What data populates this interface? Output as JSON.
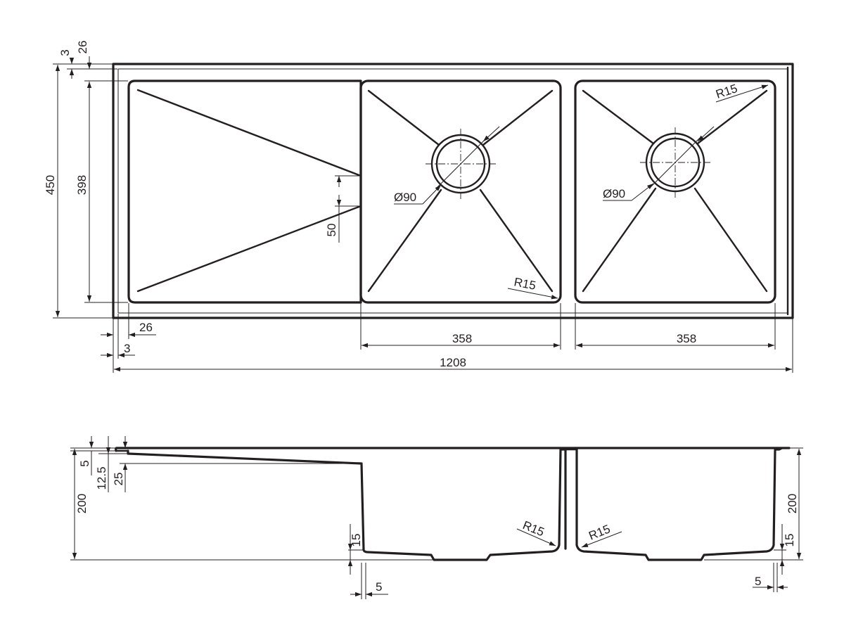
{
  "plan_view": {
    "dims": {
      "overall_width": "1208",
      "overall_depth": "450",
      "inner_depth": "398",
      "bowl_left_width": "358",
      "bowl_right_width": "358",
      "rim_outer": "3",
      "rim_inner": "26",
      "left_rim_outer": "3",
      "left_rim_inner": "26",
      "drain_groove": "50",
      "drain_left": "Ø90",
      "drain_right": "Ø90",
      "radius_left_bowl": "R15",
      "radius_right_bowl": "R15"
    }
  },
  "section_view": {
    "dims": {
      "step_5": "5",
      "step_12_5": "12.5",
      "step_25": "25",
      "bowl_depth_left": "200",
      "bowl_depth_right": "200",
      "bottom_left_15": "15",
      "bottom_right_15": "15",
      "wall_left_5": "5",
      "wall_right_5": "5",
      "radius_left": "R15",
      "radius_right": "R15"
    }
  }
}
